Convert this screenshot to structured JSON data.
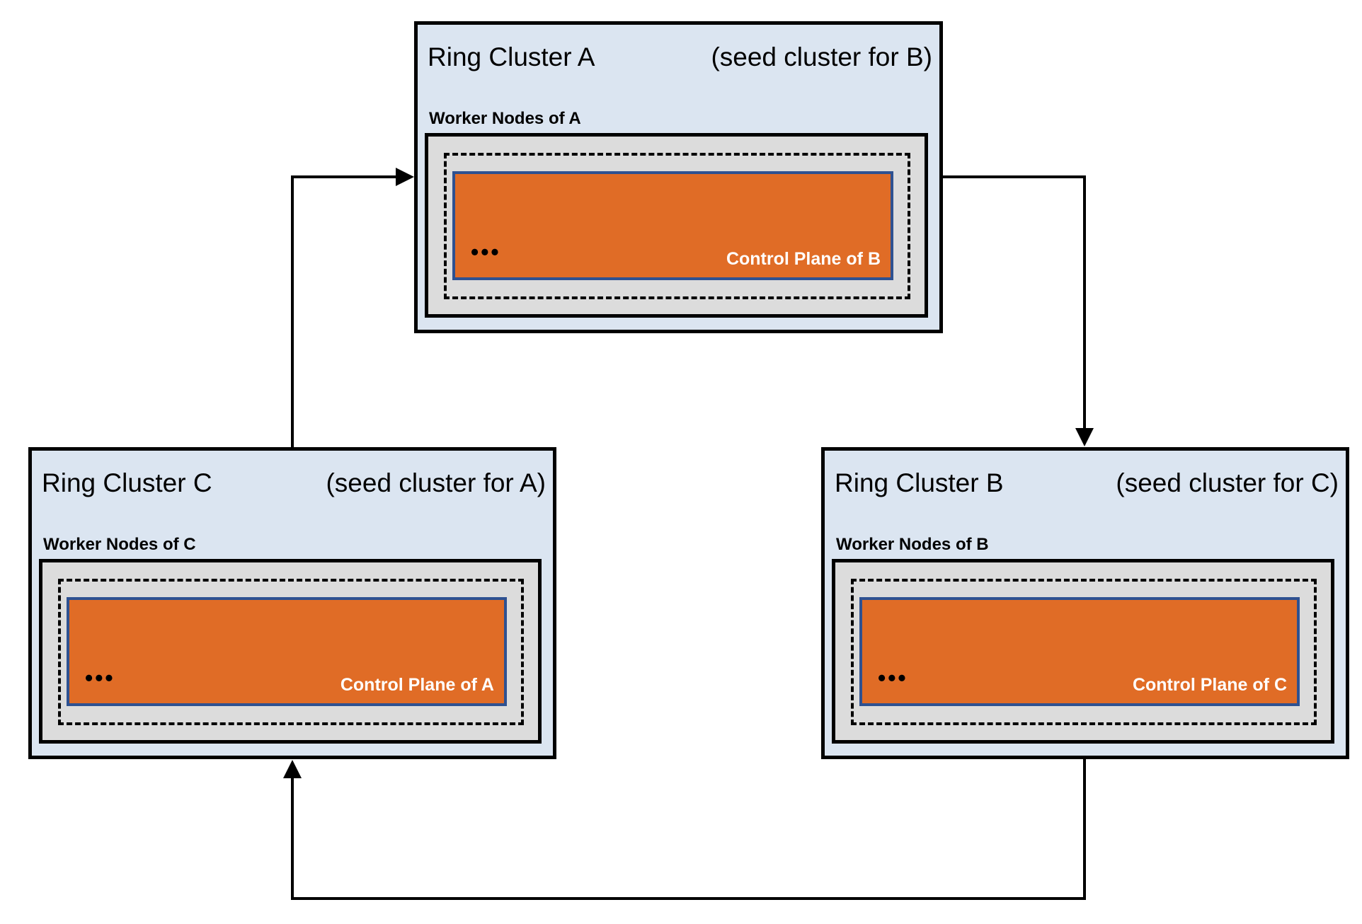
{
  "diagram": {
    "clusters": [
      {
        "id": "A",
        "title": "Ring Cluster A",
        "seed_note": "(seed cluster for B)",
        "worker_label": "Worker Nodes of A",
        "control_label": "Control Plane of B",
        "dots": "•••"
      },
      {
        "id": "B",
        "title": "Ring Cluster B",
        "seed_note": "(seed cluster for C)",
        "worker_label": "Worker Nodes of B",
        "control_label": "Control Plane of C",
        "dots": "•••"
      },
      {
        "id": "C",
        "title": "Ring Cluster C",
        "seed_note": "(seed cluster for A)",
        "worker_label": "Worker Nodes of C",
        "control_label": "Control Plane of A",
        "dots": "•••"
      }
    ],
    "arrows": [
      {
        "from": "C",
        "to": "A"
      },
      {
        "from": "A",
        "to": "B"
      },
      {
        "from": "B",
        "to": "C"
      }
    ],
    "colors": {
      "cluster_fill": "#dbe5f1",
      "worker_fill": "#dcdcdc",
      "control_fill": "#e06c26",
      "control_stroke": "#2e5191",
      "control_text": "#ffffff",
      "outline": "#000000"
    }
  }
}
